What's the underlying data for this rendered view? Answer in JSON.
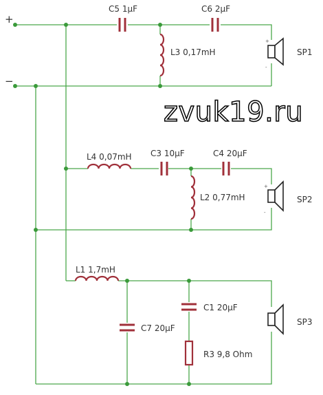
{
  "watermark": "zvuk19.ru",
  "terminals": {
    "plus": "+",
    "minus": "−"
  },
  "speaker_polarity": {
    "plus": "+",
    "minus": "-"
  },
  "components": {
    "C5": {
      "label": "C5 1µF"
    },
    "C6": {
      "label": "C6 2µF"
    },
    "L3": {
      "label": "L3  0,17mH"
    },
    "SP1": {
      "label": "SP1"
    },
    "L4": {
      "label": "L4  0,07mH"
    },
    "C3": {
      "label": "C3  10µF"
    },
    "C4": {
      "label": "C4  20µF"
    },
    "L2": {
      "label": "L2  0,77mH"
    },
    "SP2": {
      "label": "SP2"
    },
    "L1": {
      "label": "L1     1,7mH"
    },
    "C1": {
      "label": "C1   20µF"
    },
    "C7": {
      "label": "C7   20µF"
    },
    "R3": {
      "label": "R3  9,8 Ohm"
    },
    "SP3": {
      "label": "SP3"
    }
  }
}
